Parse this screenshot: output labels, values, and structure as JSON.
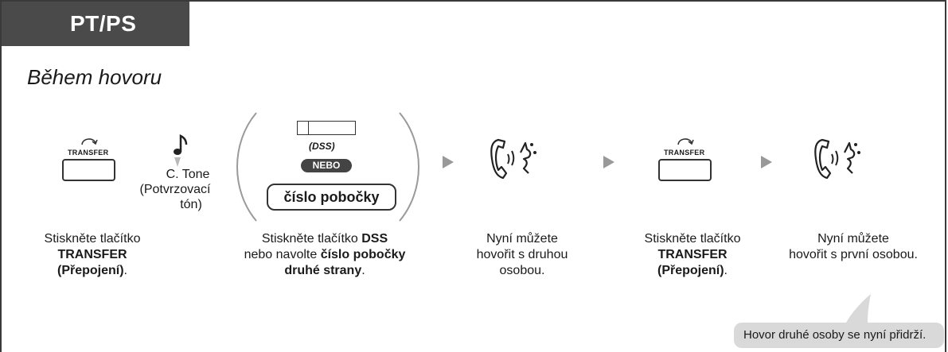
{
  "header": {
    "title": "PT/PS"
  },
  "page_title": "Během hovoru",
  "tone": {
    "line1": "C. Tone",
    "line2": "(Potvrzovací",
    "line3": "tón)"
  },
  "step1": {
    "button_caption": "TRANSFER",
    "line1": "Stiskněte tlačítko",
    "line2": "TRANSFER",
    "line3_bold": "(Přepojení)",
    "line3_end": "."
  },
  "step2": {
    "dss_label": "(DSS)",
    "or_label": "NEBO",
    "ext_label": "číslo pobočky",
    "line1_a": "Stiskněte tlačítko ",
    "line1_b": "DSS",
    "line2_a": "nebo navolte ",
    "line2_b": "číslo pobočky",
    "line3_b": "druhé strany",
    "line3_end": "."
  },
  "step3": {
    "line1": "Nyní můžete",
    "line2": "hovořit s druhou",
    "line3": "osobou."
  },
  "step4": {
    "button_caption": "TRANSFER",
    "line1": "Stiskněte tlačítko",
    "line2": "TRANSFER",
    "line3_bold": "(Přepojení)",
    "line3_end": "."
  },
  "step5": {
    "line1": "Nyní můžete",
    "line2": "hovořit s první osobou."
  },
  "callout": "Hovor druhé osoby se nyní přidrží.",
  "colors": {
    "header_bg": "#4a4a4a",
    "arrow": "#999999",
    "callout_bg": "#d9d9d9"
  },
  "icons": [
    "hook-arrow-icon",
    "music-note-icon",
    "handset-speaking-icon"
  ]
}
